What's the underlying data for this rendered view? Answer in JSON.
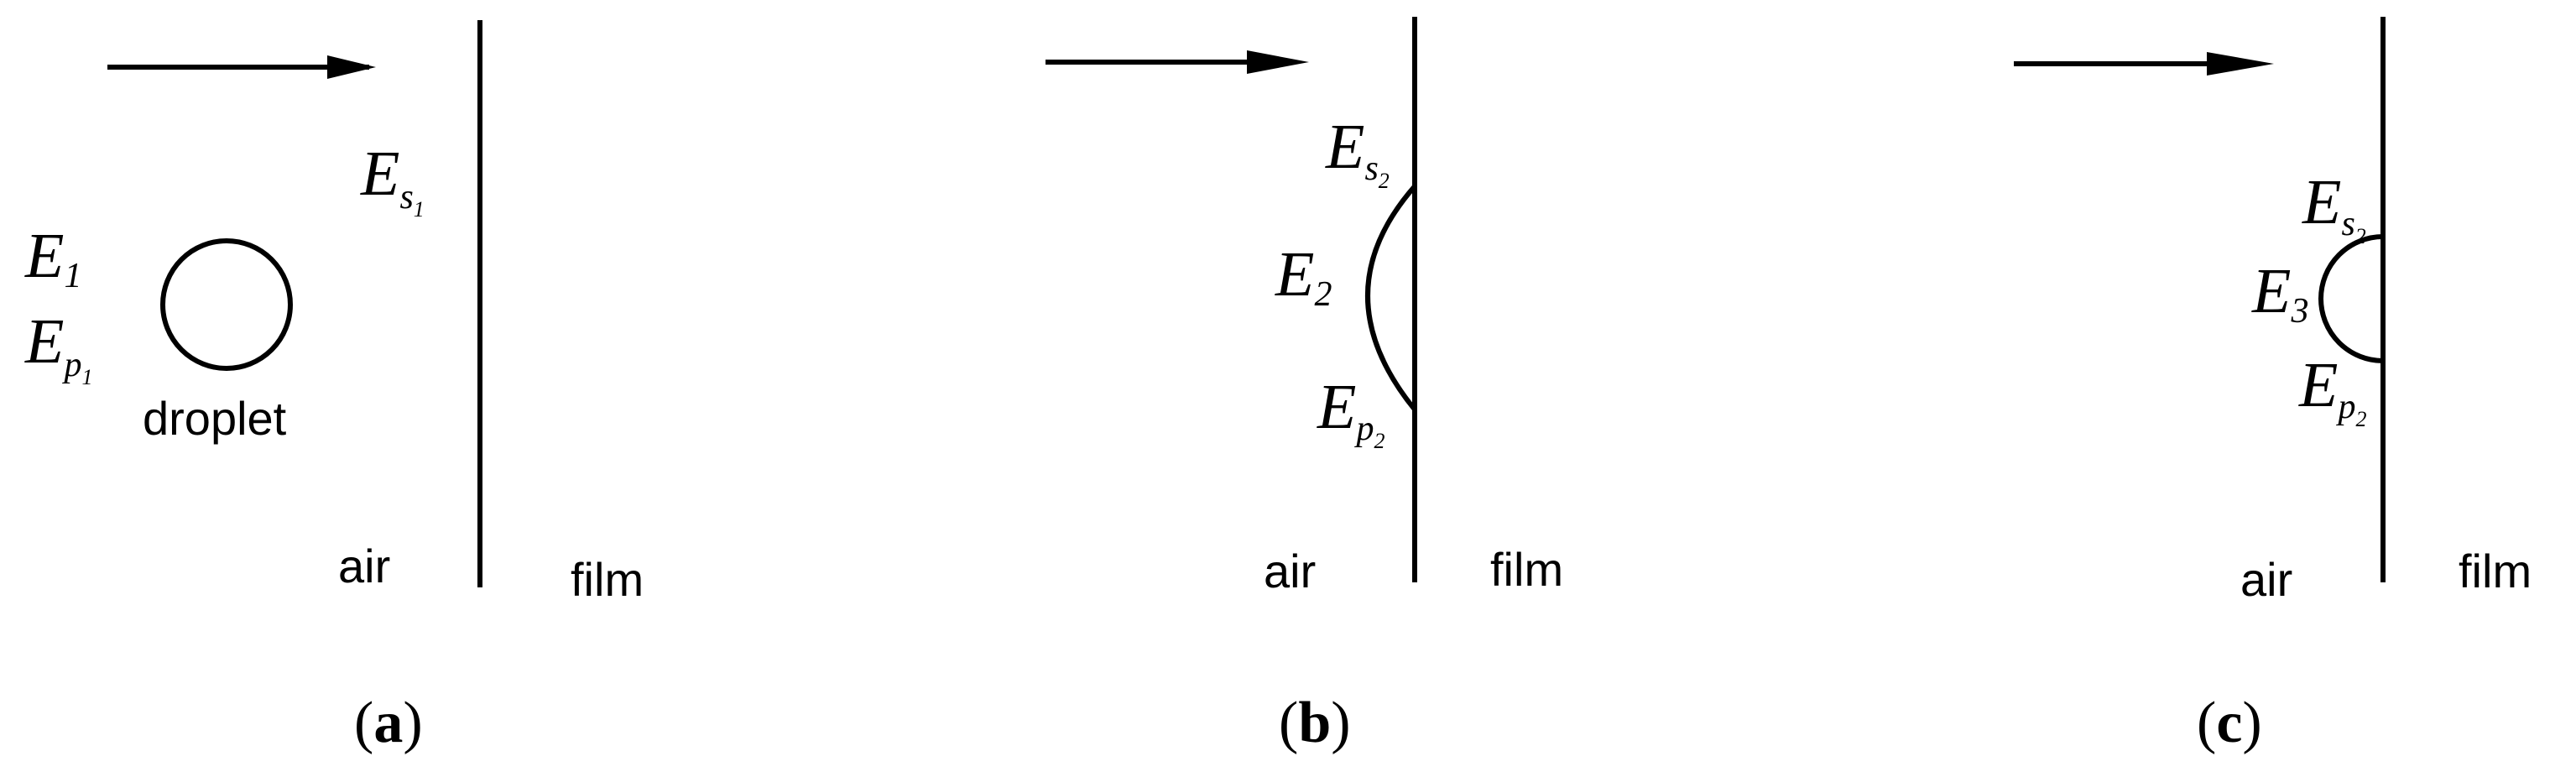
{
  "panels": {
    "a": {
      "label_open": "(",
      "label_letter": "a",
      "label_close": ")",
      "left_medium": "air",
      "right_medium": "film",
      "droplet_label": "droplet",
      "symbols": {
        "surface": {
          "base": "E",
          "sub": "s",
          "subsub": "1"
        },
        "droplet": {
          "base": "E",
          "sub": "1"
        },
        "pressure": {
          "base": "E",
          "sub": "p",
          "subsub": "1"
        }
      }
    },
    "b": {
      "label_open": "(",
      "label_letter": "b",
      "label_close": ")",
      "left_medium": "air",
      "right_medium": "film",
      "symbols": {
        "surface": {
          "base": "E",
          "sub": "s",
          "subsub": "2"
        },
        "droplet": {
          "base": "E",
          "sub": "2"
        },
        "pressure": {
          "base": "E",
          "sub": "p",
          "subsub": "2"
        }
      }
    },
    "c": {
      "label_open": "(",
      "label_letter": "c",
      "label_close": ")",
      "left_medium": "air",
      "right_medium": "film",
      "symbols": {
        "surface": {
          "base": "E",
          "sub": "s",
          "subsub": "2"
        },
        "droplet": {
          "base": "E",
          "sub": "3"
        },
        "pressure": {
          "base": "E",
          "sub": "p",
          "subsub": "2"
        }
      }
    }
  }
}
